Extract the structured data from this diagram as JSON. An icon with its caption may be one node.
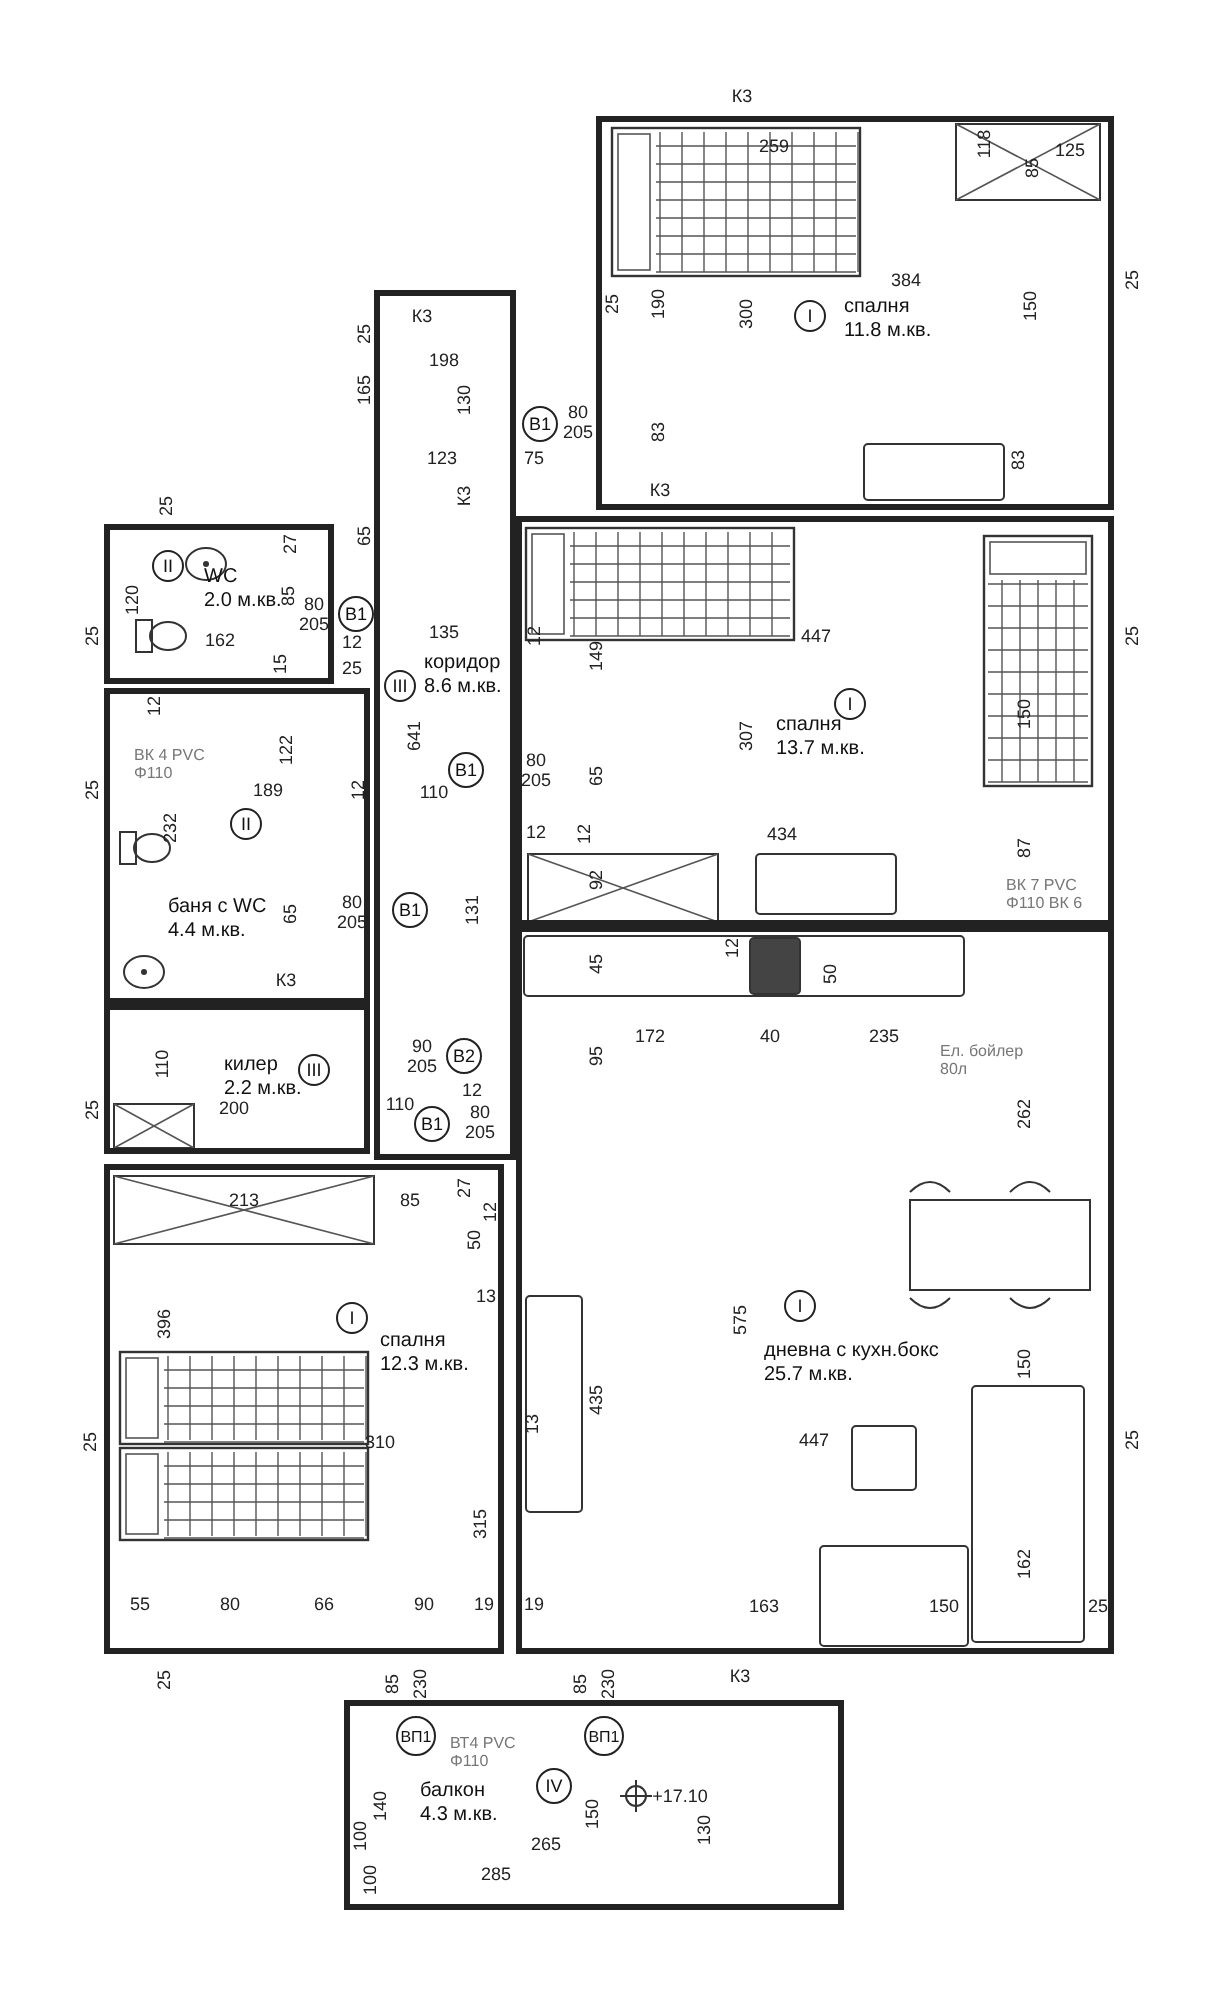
{
  "diagram": {
    "nodes": [
      {
        "text": [
          "спалня",
          "11.8 м.кв."
        ]
      },
      {
        "text": [
          "I"
        ],
        "in": 0
      },
      {
        "text": [
          "В1"
        ],
        "beside": [
          "80",
          "205"
        ]
      },
      {
        "text": [
          "WC",
          "2.0 м.кв."
        ]
      },
      {
        "text": [
          "II"
        ],
        "in": 3
      },
      {
        "text": [
          "коридор",
          "8.6 м.кв."
        ]
      },
      {
        "text": [
          "III"
        ],
        "in": 5
      },
      {
        "text": [
          "В1"
        ],
        "beside": [
          "80",
          "205"
        ]
      },
      {
        "text": [
          "спалня",
          "13.7 м.кв."
        ]
      },
      {
        "text": [
          "I"
        ],
        "in": 8
      },
      {
        "text": [
          "В1"
        ],
        "in": 5,
        "beside": [
          "80",
          "205"
        ]
      },
      {
        "text": [
          "баня с WC",
          "4.4 м.кв."
        ]
      },
      {
        "text": [
          "II"
        ],
        "in": 11
      },
      {
        "text": [
          "В1"
        ],
        "in": 5,
        "beside": [
          "80",
          "205"
        ]
      },
      {
        "text": [
          "дневна с кухн.бокс",
          "25.7 м.кв."
        ]
      },
      {
        "text": [
          "I"
        ],
        "in": 14
      },
      {
        "text": [
          "килер",
          "2.2 м.кв."
        ]
      },
      {
        "text": [
          "III"
        ],
        "in": 16
      },
      {
        "text": [
          "В2"
        ],
        "in": 5,
        "beside": [
          "90",
          "205"
        ]
      },
      {
        "text": [
          "В1"
        ],
        "in": 5,
        "beside": [
          "80",
          "205"
        ]
      },
      {
        "text": [
          "спалня",
          "12.3 м.кв."
        ]
      },
      {
        "text": [
          "I"
        ],
        "in": 20
      },
      {
        "text": [
          "балкон",
          "4.3 м.кв."
        ]
      },
      {
        "text": [
          "ВП1"
        ],
        "in": 22,
        "beside": [
          "85",
          "230"
        ]
      },
      {
        "text": [
          "ВП1"
        ],
        "in": 22,
        "beside": [
          "85",
          "230"
        ]
      },
      {
        "text": [
          "IV"
        ],
        "in": 22
      }
    ],
    "labels": [
      "К3",
      "118",
      "259",
      "125",
      "85",
      "25",
      "384",
      "25",
      "190",
      "К3",
      "300",
      "150",
      "25",
      "198",
      "165",
      "130",
      "83",
      "123",
      "75",
      "83",
      "К3",
      "К3",
      "25",
      "65",
      "27",
      "85",
      "120",
      "162",
      "12",
      "25",
      "135",
      "447",
      "12",
      "25",
      "149",
      "25",
      "15",
      "12",
      "641",
      "307",
      "150",
      "122",
      "65",
      "189",
      "25",
      "12",
      "110",
      "ВК 4 PVC Φ110",
      "232",
      "12",
      "12",
      "434",
      "87",
      "92",
      "ВК 7 PVC Φ110 ВК 6",
      "65",
      "131",
      "12",
      "К3",
      "45",
      "50",
      "172",
      "40",
      "235",
      "Ел. бойлер 80л",
      "95",
      "110",
      "12",
      "200",
      "110",
      "25",
      "262",
      "27",
      "213",
      "85",
      "12",
      "50",
      "13",
      "396",
      "575",
      "150",
      "435",
      "13",
      "25",
      "310",
      "447",
      "25",
      "315",
      "162",
      "55",
      "80",
      "66",
      "90",
      "19",
      "19",
      "163",
      "150",
      "25",
      "25",
      "К3",
      "ВТ4 PVC Φ110",
      "+17.10",
      "140",
      "150",
      "100",
      "130",
      "265",
      "285",
      "100"
    ]
  }
}
